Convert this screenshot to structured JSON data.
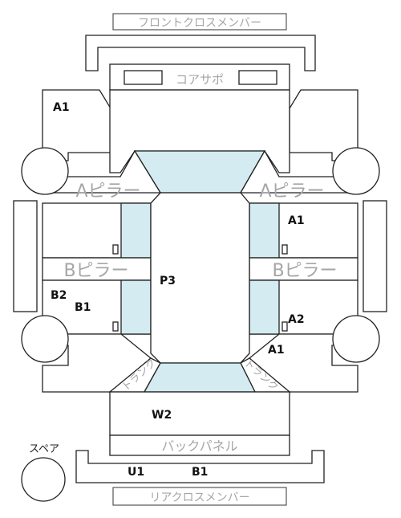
{
  "labels": {
    "front_cross_member": "フロントクロスメンバー",
    "core_support": "コアサポ",
    "a_pillar": "Aピラー",
    "b_pillar": "Bピラー",
    "back_panel": "バックパネル",
    "rear_cross_member": "リアクロスメンバー",
    "trunk": "トランク",
    "spare": "スペア"
  },
  "codes": {
    "front_left": "A1",
    "right_front_door": "A1",
    "roof": "P3",
    "left_rear_1": "B2",
    "left_rear_2": "B1",
    "right_rear_door": "A2",
    "right_rear_fender": "A1",
    "trunk_lid": "W2",
    "rear_code_1": "U1",
    "rear_code_2": "B1"
  },
  "colors": {
    "line": "#222222",
    "glass": "#d3ebf1",
    "label_text": "#a6a6a6"
  }
}
